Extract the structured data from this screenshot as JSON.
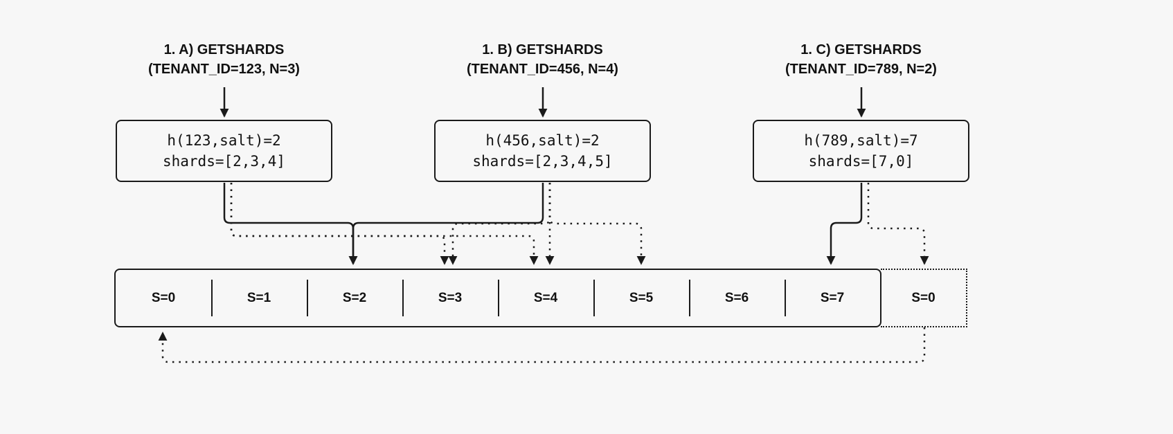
{
  "theme": {
    "background": "#f7f7f7",
    "stroke": "#1a1a1a",
    "text": "#111111"
  },
  "diagram": {
    "title_absent": true,
    "calls": [
      {
        "id": "a",
        "line1": "1. A) GETSHARDS",
        "line2": "(TENANT_ID=123, N=3)",
        "tenant_id": "123",
        "n": "3",
        "box_line1": "h(123,salt)=2",
        "box_line2": "shards=[2,3,4]",
        "hash": "2",
        "shards": [
          "2",
          "3",
          "4"
        ],
        "line_style": "solid"
      },
      {
        "id": "b",
        "line1": "1. B) GETSHARDS",
        "line2": "(TENANT_ID=456, N=4)",
        "tenant_id": "456",
        "n": "4",
        "box_line1": "h(456,salt)=2",
        "box_line2": "shards=[2,3,4,5]",
        "hash": "2",
        "shards": [
          "2",
          "3",
          "4",
          "5"
        ],
        "line_style": "dotted"
      },
      {
        "id": "c",
        "line1": "1. C) GETSHARDS",
        "line2": "(TENANT_ID=789, N=2)",
        "tenant_id": "789",
        "n": "2",
        "box_line1": "h(789,salt)=7",
        "box_line2": "shards=[7,0]",
        "hash": "7",
        "shards": [
          "7",
          "0"
        ],
        "line_style": "mixed"
      }
    ],
    "shard_ring": {
      "cells": [
        "S=0",
        "S=1",
        "S=2",
        "S=3",
        "S=4",
        "S=5",
        "S=6",
        "S=7"
      ],
      "wrap_cell": "S=0",
      "wrap_note": "dotted wrap-around repeat of S=0"
    }
  }
}
